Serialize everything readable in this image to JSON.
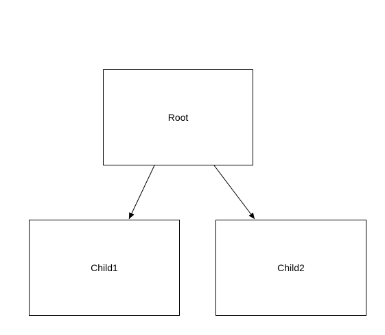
{
  "diagram": {
    "nodes": [
      {
        "id": "root",
        "label": "Root"
      },
      {
        "id": "child1",
        "label": "Child1"
      },
      {
        "id": "child2",
        "label": "Child2"
      }
    ],
    "edges": [
      {
        "from": "root",
        "to": "child1"
      },
      {
        "from": "root",
        "to": "child2"
      }
    ],
    "colors": {
      "stroke": "#000000",
      "background": "#ffffff",
      "text": "#000000"
    }
  }
}
